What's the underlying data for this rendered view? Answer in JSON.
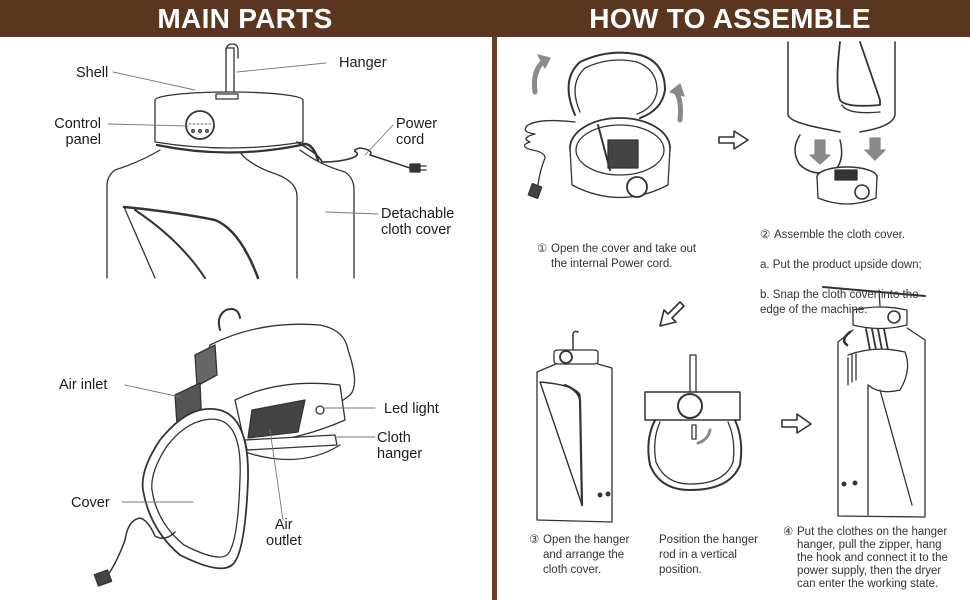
{
  "banners": {
    "left": "MAIN PARTS",
    "right": "HOW TO ASSEMBLE"
  },
  "colors": {
    "banner_bg": "#5a3621",
    "banner_text": "#ffffff",
    "divider": "#6b3e22",
    "line_art": "#333333",
    "arrow_gray": "#8a8a8a"
  },
  "main_parts": {
    "top_figure_labels": {
      "shell": "Shell",
      "hanger": "Hanger",
      "control_panel": "Control\npanel",
      "power_cord": "Power\ncord",
      "detachable_cloth_cover": "Detachable\ncloth cover"
    },
    "bottom_figure_labels": {
      "air_inlet": "Air inlet",
      "led_light": "Led light",
      "cloth_hanger": "Cloth\nhanger",
      "cover": "Cover",
      "air_outlet": "Air\noutlet"
    }
  },
  "assembly_steps": [
    {
      "number": "①",
      "text": "Open the cover and take out\nthe internal Power cord."
    },
    {
      "number": "②",
      "title": "Assemble the cloth cover.",
      "substeps": [
        "a. Put the product upside down;",
        "b. Snap the cloth cover into the\n    edge of the machine."
      ]
    },
    {
      "number": "③",
      "text": "Open the hanger\nand arrange the\ncloth cover.",
      "extra": "Position the hanger\nrod in a vertical\nposition."
    },
    {
      "number": "④",
      "text": "Put the clothes on the hanger\nhanger, pull the zipper, hang\nthe hook and connect it to the\npower supply, then the dryer\ncan enter the working state."
    }
  ],
  "icons": [
    "flow-arrow-right-icon",
    "flow-arrow-down-left-icon",
    "flow-arrow-right-icon",
    "rotate-arrow-icon",
    "down-arrow-icon"
  ]
}
